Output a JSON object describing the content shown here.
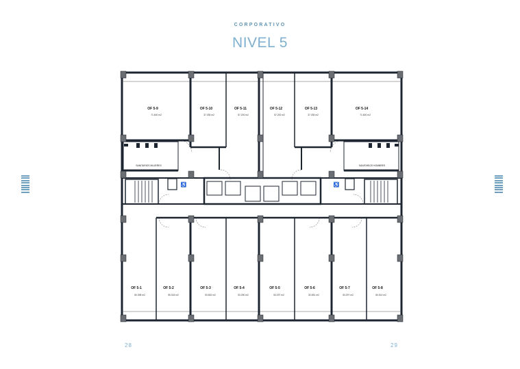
{
  "header": {
    "kicker": "CORPORATIVO",
    "title": "NIVEL 5"
  },
  "pages": {
    "left": "28",
    "right": "29"
  },
  "colors": {
    "accent": "#7fb0cf",
    "wall": "#1c2530"
  },
  "plan": {
    "top_offices": [
      {
        "name": "OF 5-9",
        "area": "71.600 m2"
      },
      {
        "name": "OF 5-10",
        "area": "37.035 m2"
      },
      {
        "name": "OF 5-11",
        "area": "57.200 m2"
      },
      {
        "name": "OF 5-12",
        "area": "57.200 m2"
      },
      {
        "name": "OF 5-13",
        "area": "37.035 m2"
      },
      {
        "name": "OF 5-14",
        "area": "71.600 m2"
      }
    ],
    "bottom_offices": [
      {
        "name": "OF 5-1",
        "area": "60.398 m2"
      },
      {
        "name": "OF 5-2",
        "area": "55.318 m2"
      },
      {
        "name": "OF 5-3",
        "area": "53.652 m2"
      },
      {
        "name": "OF 5-4",
        "area": "53.250 m2"
      },
      {
        "name": "OF 5-5",
        "area": "53.297 m2"
      },
      {
        "name": "OF 5-6",
        "area": "52.651 m2"
      },
      {
        "name": "OF 5-7",
        "area": "53.297 m2"
      },
      {
        "name": "OF 5-8",
        "area": "60.514 m2"
      }
    ],
    "restrooms": {
      "women": "SANITARIOS MUJERES",
      "men": "SANITARIOS HOMBRES"
    }
  }
}
